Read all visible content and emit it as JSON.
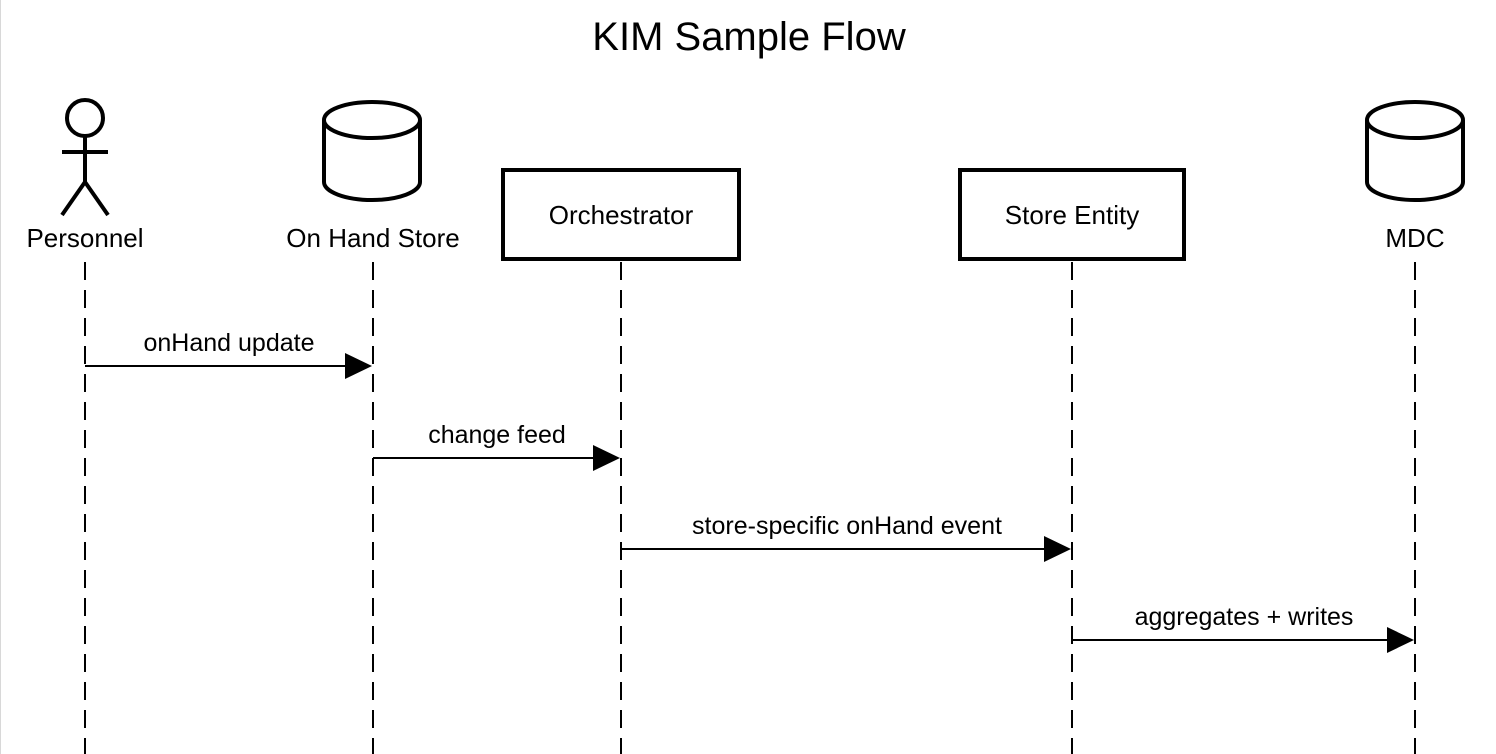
{
  "diagram": {
    "title": "KIM Sample Flow",
    "participants": [
      {
        "id": "personnel",
        "label": "Personnel",
        "shape": "actor"
      },
      {
        "id": "onhand",
        "label": "On Hand Store",
        "shape": "database"
      },
      {
        "id": "orchestrator",
        "label": "Orchestrator",
        "shape": "box"
      },
      {
        "id": "storeentity",
        "label": "Store Entity",
        "shape": "box"
      },
      {
        "id": "mdc",
        "label": "MDC",
        "shape": "database"
      }
    ],
    "messages": [
      {
        "from": "personnel",
        "to": "onhand",
        "label": "onHand update"
      },
      {
        "from": "onhand",
        "to": "orchestrator",
        "label": "change feed"
      },
      {
        "from": "orchestrator",
        "to": "storeentity",
        "label": "store-specific onHand event"
      },
      {
        "from": "storeentity",
        "to": "mdc",
        "label": "aggregates + writes"
      }
    ]
  }
}
